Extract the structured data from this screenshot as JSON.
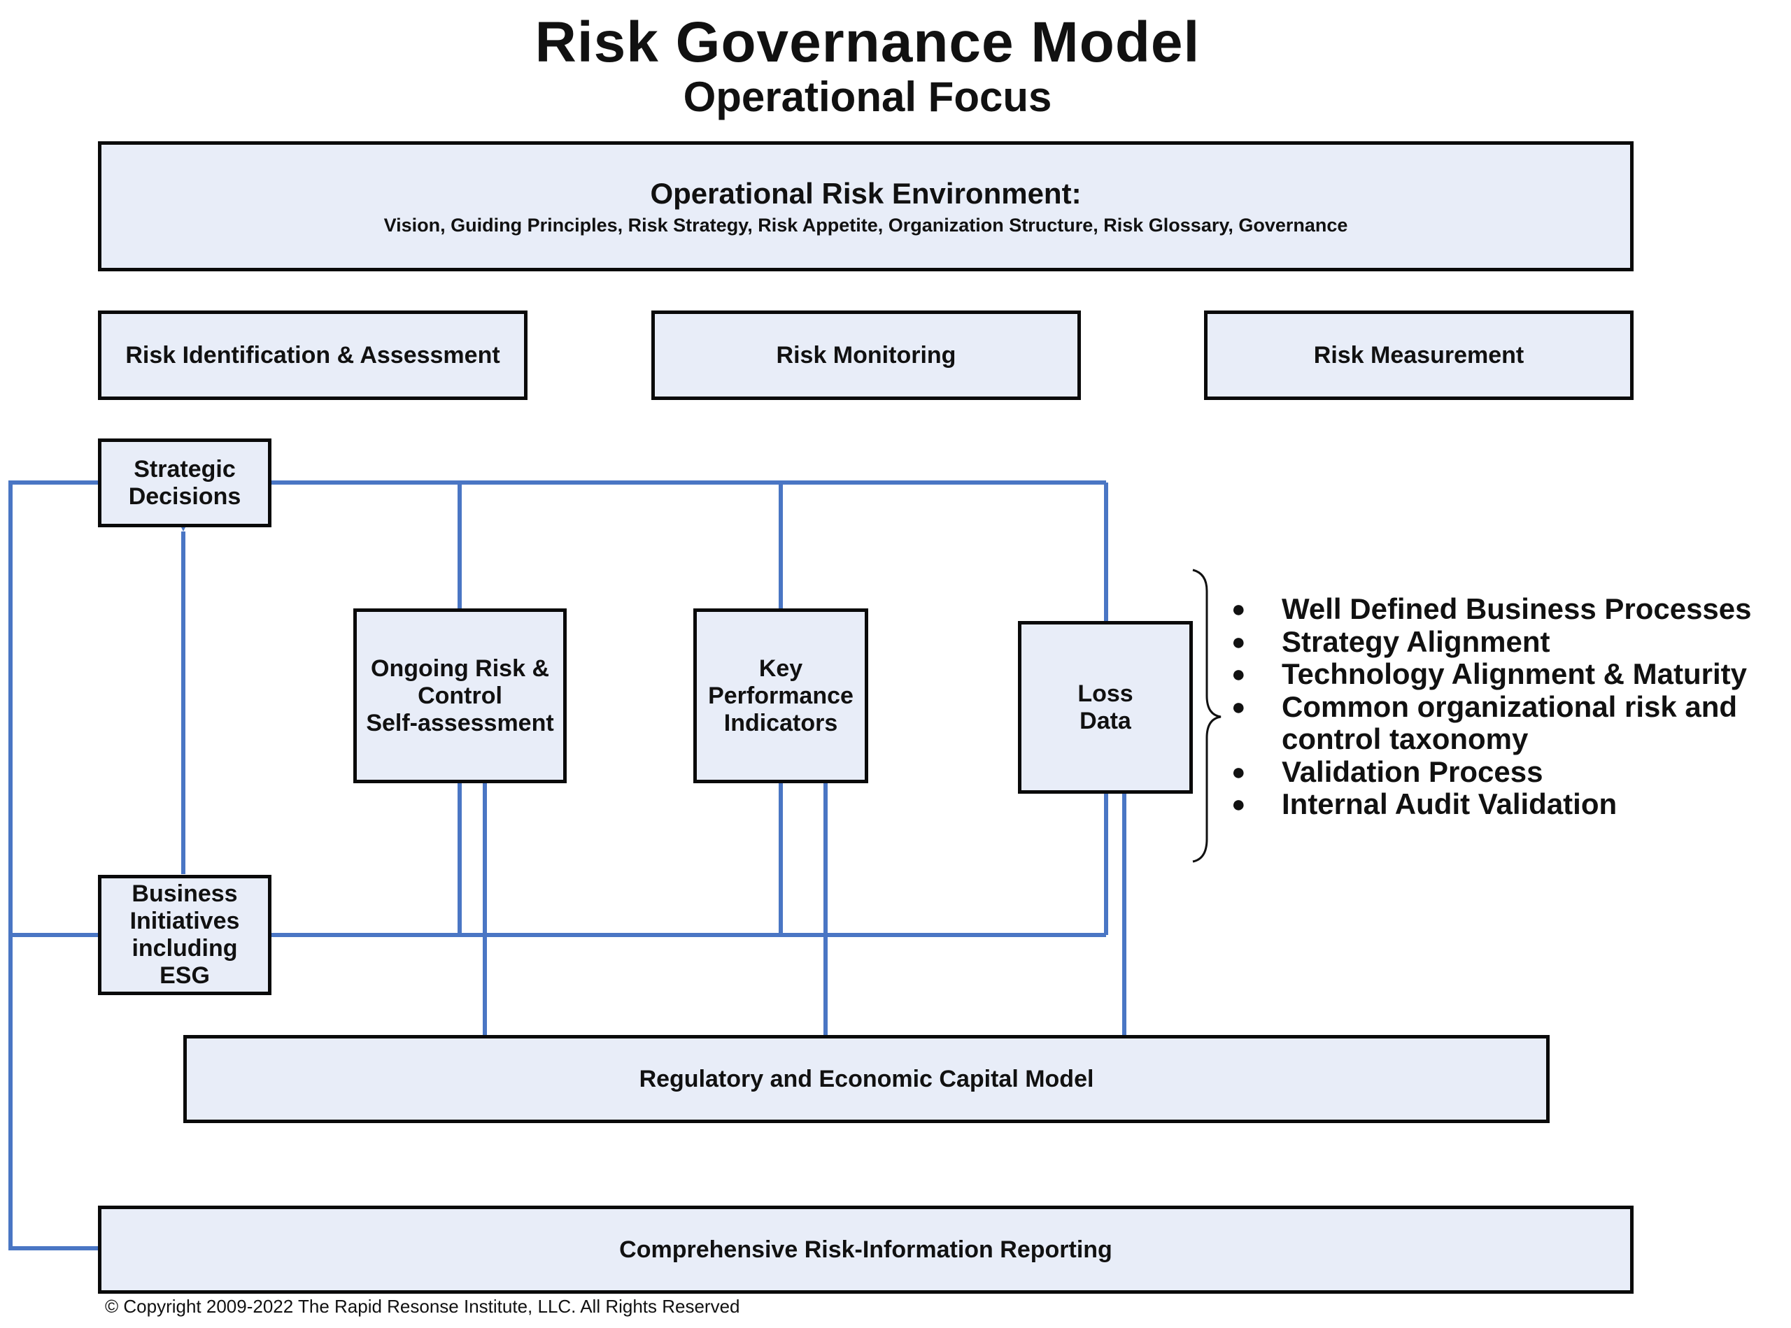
{
  "title": "Risk Governance Model",
  "subtitle": "Operational Focus",
  "environment": {
    "title": "Operational Risk Environment:",
    "subtitle": "Vision, Guiding Principles, Risk Strategy, Risk Appetite, Organization Structure,  Risk Glossary, Governance"
  },
  "pillars": [
    "Risk Identification & Assessment",
    "Risk Monitoring",
    "Risk Measurement"
  ],
  "nodes": {
    "strategic": [
      "Strategic",
      "Decisions"
    ],
    "business": [
      "Business",
      "Initiatives",
      "including",
      "ESG"
    ],
    "rcsa": [
      "Ongoing Risk &",
      "Control",
      "Self-assessment"
    ],
    "kpi": [
      "Key",
      "Performance",
      "Indicators"
    ],
    "loss": [
      "Loss",
      "Data"
    ]
  },
  "capital_model": "Regulatory and Economic Capital Model",
  "reporting": "Comprehensive Risk-Information Reporting",
  "bullets": [
    "Well Defined Business Processes",
    "Strategy Alignment",
    "Technology Alignment & Maturity",
    "Common organizational risk and control taxonomy",
    "Validation Process",
    "Internal Audit Validation"
  ],
  "copyright": "© Copyright 2009-2022 The Rapid Resonse Institute, LLC.  All Rights Reserved",
  "colors": {
    "arrow": "#4a76c4",
    "box_fill": "#e8edf8",
    "border": "#0a0a0a"
  }
}
